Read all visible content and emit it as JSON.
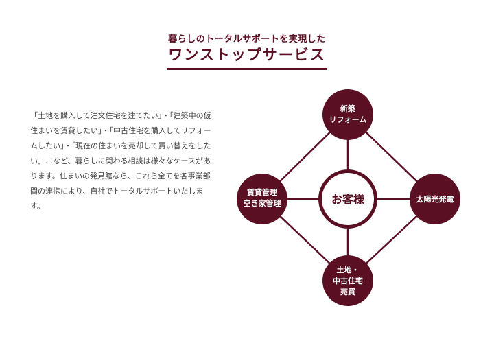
{
  "heading": {
    "subtitle": "暮らしのトータルサポートを実現した",
    "title": "ワンストップサービス"
  },
  "description": "「土地を購入して注文住宅を建てたい」・「建築中の仮住まいを賃貸したい」・「中古住宅を購入してリフォームしたい」・「現在の住まいを売却して買い替えをしたい」…など、暮らしに関わる相談は様々なケースがあります。住まいの発見館なら、これら全てを各事業部間の連携により、自社でトータルサポートいたします。",
  "diagram": {
    "center": "お客様",
    "top": [
      "新築",
      "リフォーム"
    ],
    "left": [
      "賃貸管理",
      "空き家管理"
    ],
    "right": [
      "太陽光発電"
    ],
    "bottom": [
      "土地・",
      "中古住宅",
      "売買"
    ]
  },
  "colors": {
    "brand": "#5a0f22"
  }
}
